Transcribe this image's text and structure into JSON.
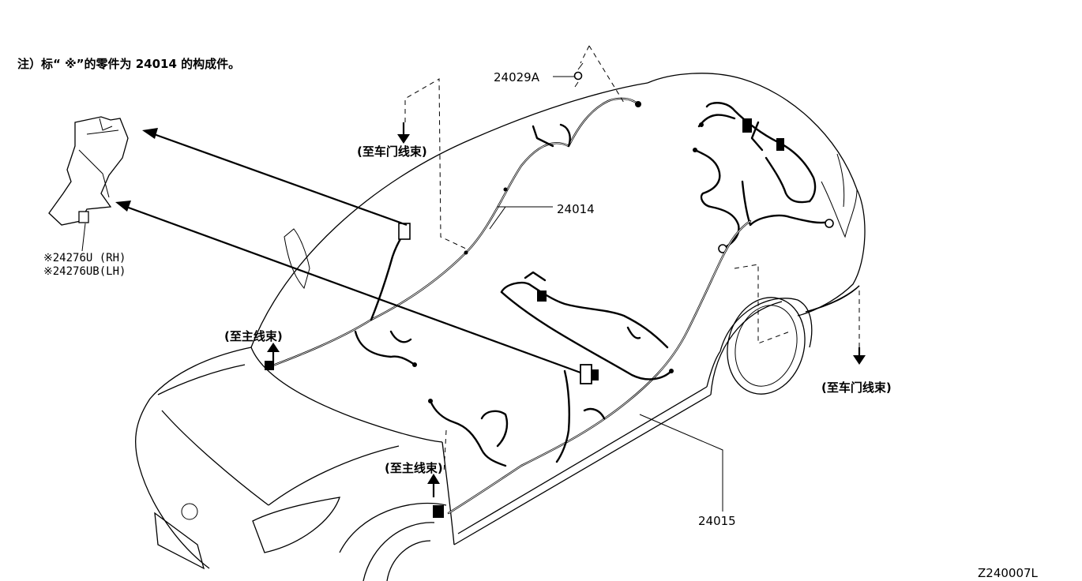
{
  "note": "注）标“ ※”的零件为 24014 的构成件。",
  "labels": {
    "part_24029a": "24029A",
    "part_24014": "24014",
    "part_24015": "24015",
    "part_24276u": "※24276U (RH)",
    "part_24276ub": "※24276UB(LH)",
    "to_door_harness_1": "(至车门线束)",
    "to_door_harness_2": "(至车门线束)",
    "to_main_harness_1": "(至主线束)",
    "to_main_harness_2": "(至主线束)",
    "diagram_code": "Z240007L"
  }
}
